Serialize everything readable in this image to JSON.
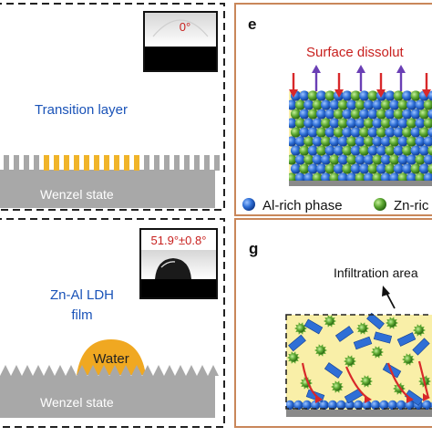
{
  "left": {
    "top": {
      "angle": "0°",
      "layer_label": "Transition layer",
      "state_label": "Wenzel state"
    },
    "bottom": {
      "angle": "51.9°±0.8°",
      "film_line1": "Zn-Al LDH",
      "film_line2": "film",
      "water_label": "Water",
      "state_label": "Wenzel state"
    }
  },
  "right": {
    "top": {
      "panel_letter": "e",
      "title": "Surface dissolut",
      "legend": [
        {
          "label": "Al-rich phase",
          "color": "#2f6fd6"
        },
        {
          "label": "Zn-ric",
          "color": "#5da832"
        }
      ]
    },
    "bottom": {
      "panel_letter": "g",
      "annotation": "Infiltration area"
    }
  },
  "colors": {
    "dashed_frame": "#222222",
    "panel_border": "#c9875a",
    "substrate": "#a8a8a8",
    "transition": "#f0b42a",
    "water": "#f0a821",
    "blue_text": "#1a53b8",
    "red_text": "#c8201e",
    "film_background": "#f9efa8",
    "al_sphere": "#2f6fd6",
    "zn_sphere": "#5da832",
    "red_arrow": "#d8282a",
    "purple_arrow": "#6a3fb5"
  }
}
